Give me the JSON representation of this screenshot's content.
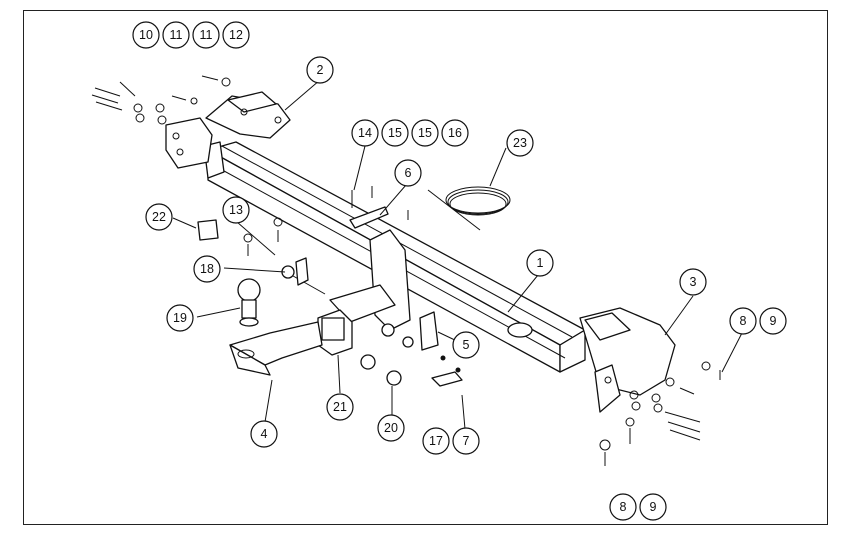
{
  "callouts": {
    "c1": "1",
    "c2": "2",
    "c3": "3",
    "c4": "4",
    "c5": "5",
    "c6": "6",
    "c7": "7",
    "c8a": "8",
    "c9a": "9",
    "c8b": "8",
    "c9b": "9",
    "c10": "10",
    "c11a": "11",
    "c11b": "11",
    "c12": "12",
    "c13": "13",
    "c14": "14",
    "c15a": "15",
    "c15b": "15",
    "c16": "16",
    "c17": "17",
    "c18": "18",
    "c19": "19",
    "c20": "20",
    "c21": "21",
    "c22": "22",
    "c23": "23"
  },
  "colors": {
    "line": "#111111",
    "background": "#ffffff"
  }
}
